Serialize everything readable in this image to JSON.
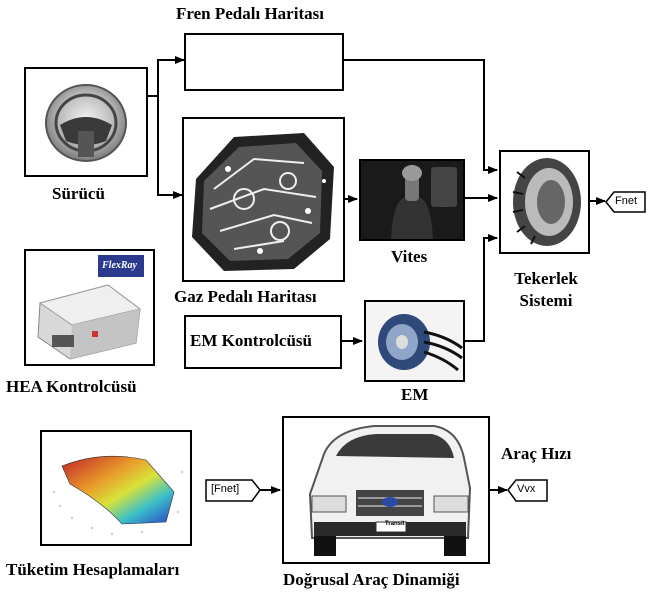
{
  "blocks": {
    "fren": {
      "title": "Fren Pedalı Haritası"
    },
    "surucu": {
      "title": "Sürücü"
    },
    "gaz": {
      "title": "Gaz Pedalı Haritası"
    },
    "vites": {
      "title": "Vites"
    },
    "tekerlek": {
      "title_line1": "Tekerlek",
      "title_line2": "Sistemi"
    },
    "hea": {
      "title": "HEA Kontrolcüsü",
      "logo_text": "FlexRay"
    },
    "em_kontrol": {
      "title": "EM Kontrolcüsü"
    },
    "em": {
      "title": "EM"
    },
    "tuketim": {
      "title": "Tüketim Hesaplamaları"
    },
    "dinamik": {
      "title": "Doğrusal Araç Dinamiği",
      "plate_text": "Transit"
    }
  },
  "signals": {
    "fnet_out": "Fnet",
    "fnet_in": "[Fnet]",
    "vvx_out": "Vvx",
    "speed_label": "Araç Hızı"
  },
  "colors": {
    "line": "#000000",
    "background": "#ffffff"
  }
}
